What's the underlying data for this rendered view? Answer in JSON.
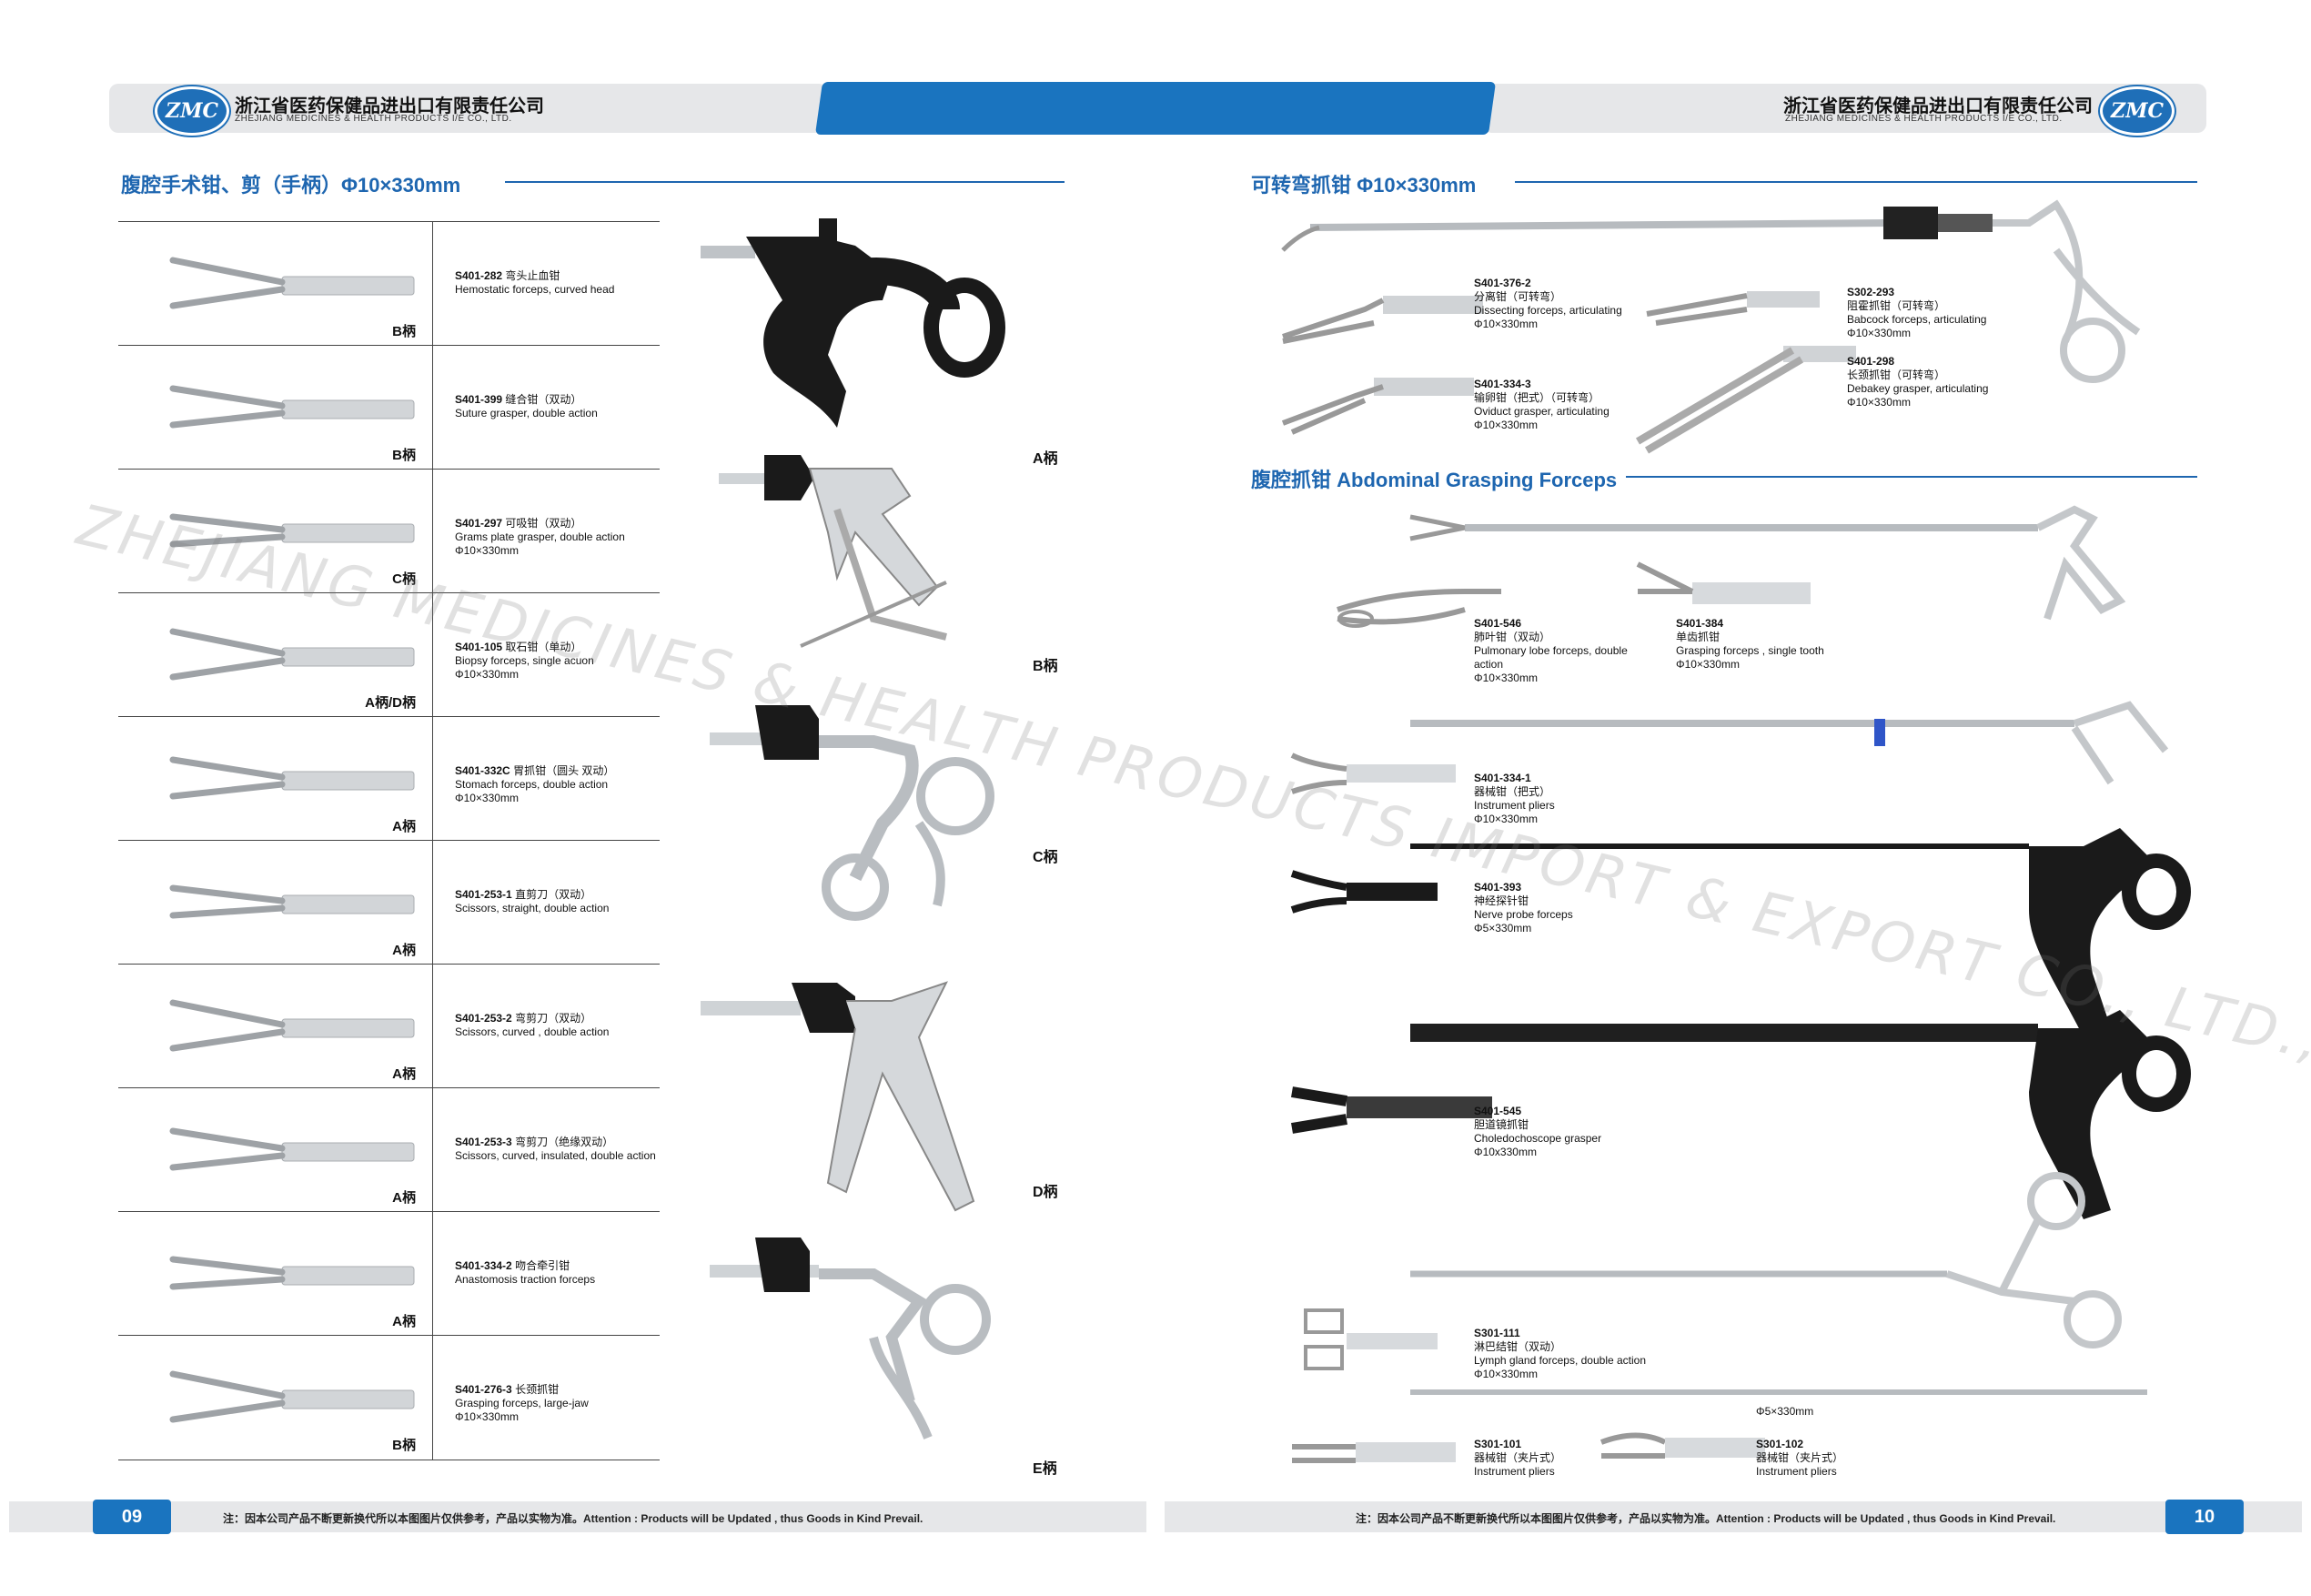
{
  "header": {
    "company_cn": "浙江省医药保健品进出口有限责任公司",
    "company_en": "ZHEJIANG MEDICINES & HEALTH PRODUCTS I/E CO., LTD.",
    "logo_text": "ZMC"
  },
  "left": {
    "section_title": "腹腔手术钳、剪（手柄）Φ10×330mm",
    "items": [
      {
        "code": "S401-282",
        "cn": "弯头止血钳",
        "en": "Hemostatic forceps, curved head",
        "spec": "",
        "handle": "B柄"
      },
      {
        "code": "S401-399",
        "cn": "缝合钳（双动）",
        "en": "Suture grasper, double action",
        "spec": "",
        "handle": "B柄"
      },
      {
        "code": "S401-297",
        "cn": "可吸钳（双动）",
        "en": "Grams plate grasper, double action",
        "spec": "Φ10×330mm",
        "handle": "C柄"
      },
      {
        "code": "S401-105",
        "cn": "取石钳（单动）",
        "en": "Biopsy forceps, single acuon",
        "spec": "Φ10×330mm",
        "handle": "A柄/D柄"
      },
      {
        "code": "S401-332C",
        "cn": "胃抓钳（圆头 双动）",
        "en": "Stomach forceps, double action",
        "spec": "Φ10×330mm",
        "handle": "A柄"
      },
      {
        "code": "S401-253-1",
        "cn": "直剪刀（双动）",
        "en": "Scissors, straight, double action",
        "spec": "",
        "handle": "A柄"
      },
      {
        "code": "S401-253-2",
        "cn": "弯剪刀（双动）",
        "en": "Scissors, curved , double action",
        "spec": "",
        "handle": "A柄"
      },
      {
        "code": "S401-253-3",
        "cn": "弯剪刀（绝缘双动）",
        "en": "Scissors, curved, insulated, double action",
        "spec": "",
        "handle": "A柄"
      },
      {
        "code": "S401-334-2",
        "cn": "吻合牵引钳",
        "en": "Anastomosis traction forceps",
        "spec": "",
        "handle": "A柄"
      },
      {
        "code": "S401-276-3",
        "cn": "长颈抓钳",
        "en": "Grasping forceps, large-jaw",
        "spec": "Φ10×330mm",
        "handle": "B柄"
      }
    ],
    "handle_labels": [
      "A柄",
      "B柄",
      "C柄",
      "D柄",
      "E柄"
    ],
    "page_number": "09",
    "note": "注：因本公司产品不断更新换代所以本图图片仅供参考，产品以实物为准。Attention : Products will be Updated , thus Goods in Kind Prevail."
  },
  "right": {
    "section1_title": "可转弯抓钳 Φ10×330mm",
    "section1_items": [
      {
        "code": "S401-376-2",
        "cn": "分离钳（可转弯）",
        "en": "Dissecting forceps, articulating",
        "spec": "Φ10×330mm"
      },
      {
        "code": "S401-334-3",
        "cn": "输卵钳（把式）（可转弯）",
        "en": "Oviduct grasper, articulating",
        "spec": "Φ10×330mm"
      },
      {
        "code": "S302-293",
        "cn": "阻霍抓钳（可转弯）",
        "en": "Babcock forceps, articulating",
        "spec": "Φ10×330mm"
      },
      {
        "code": "S401-298",
        "cn": "长颈抓钳（可转弯）",
        "en": "Debakey grasper, articulating",
        "spec": "Φ10×330mm"
      }
    ],
    "section2_title": "腹腔抓钳 Abdominal Grasping Forceps",
    "section2_items": [
      {
        "code": "S401-546",
        "cn": "肺叶钳（双动）",
        "en": "Pulmonary lobe forceps, double action",
        "spec": "Φ10×330mm"
      },
      {
        "code": "S401-384",
        "cn": "单齿抓钳",
        "en": "Grasping forceps , single tooth",
        "spec": "Φ10×330mm"
      },
      {
        "code": "S401-334-1",
        "cn": "器械钳（把式）",
        "en": "Instrument pliers",
        "spec": "Φ10×330mm"
      },
      {
        "code": "S401-393",
        "cn": "神经探针钳",
        "en": "Nerve probe forceps",
        "spec": "Φ5×330mm"
      },
      {
        "code": "S401-545",
        "cn": "胆道镜抓钳",
        "en": "Choledochoscope grasper",
        "spec": "Φ10x330mm"
      },
      {
        "code": "S301-111",
        "cn": "淋巴结钳（双动）",
        "en": "Lymph gland forceps, double action",
        "spec": "Φ10×330mm"
      },
      {
        "code": "S301-101",
        "cn": "器械钳（夹片式）",
        "en": "Instrument pliers",
        "spec": ""
      },
      {
        "code": "S301-102",
        "cn": "器械钳（夹片式）",
        "en": "Instrument pliers",
        "spec": ""
      }
    ],
    "spec_5mm": "Φ5×330mm",
    "page_number": "10",
    "note": "注：因本公司产品不断更新换代所以本图图片仅供参考，产品以实物为准。Attention : Products will be Updated , thus Goods in Kind Prevail."
  },
  "watermark": "ZHEJIANG MEDICINES & HEALTH PRODUCTS IMPORT & EXPORT CO., LTD.,",
  "colors": {
    "brand_blue": "#1a74bf",
    "title_blue": "#1e66b0",
    "bar_grey": "#e6e7e9",
    "handle_black": "#1a1a1a"
  }
}
